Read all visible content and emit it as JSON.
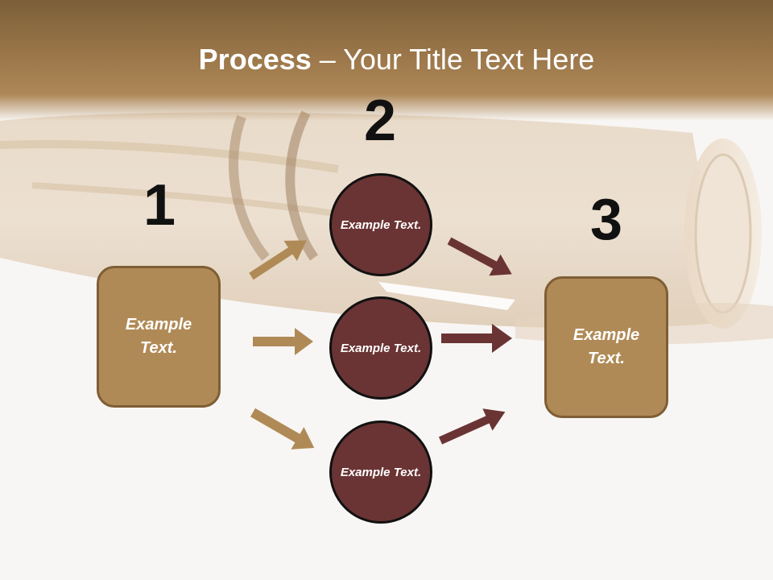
{
  "title": {
    "bold": "Process",
    "rest": " – Your Title Text Here"
  },
  "steps": [
    {
      "number": "1",
      "box_text": "Example Text."
    },
    {
      "number": "2",
      "circles": [
        "Example Text.",
        "Example Text.",
        "Example Text."
      ]
    },
    {
      "number": "3",
      "box_text": "Example Text."
    }
  ],
  "colors": {
    "title_bar": "#9a7649",
    "box_fill": "#b08a56",
    "circle_fill": "#6a3434",
    "arrow_left": "#b08a56",
    "arrow_right": "#6a3434"
  }
}
